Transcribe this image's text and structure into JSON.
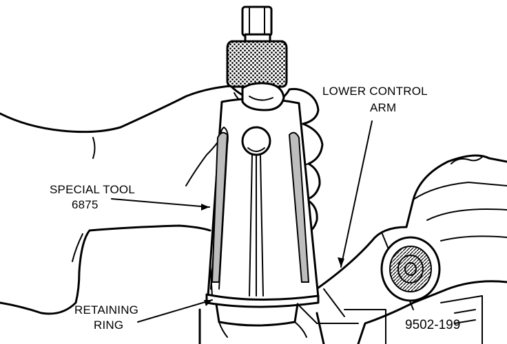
{
  "labels": {
    "lower_control_arm_line1": "LOWER CONTROL",
    "lower_control_arm_line2": "ARM",
    "special_tool_line1": "SPECIAL TOOL",
    "special_tool_line2": "6875",
    "retaining_ring_line1": "RETAINING",
    "retaining_ring_line2": "RING",
    "figure_number": "9502-199"
  },
  "colors": {
    "ink": "#000000",
    "paper": "#ffffff",
    "knurl_fill": "#2a2a2a"
  }
}
